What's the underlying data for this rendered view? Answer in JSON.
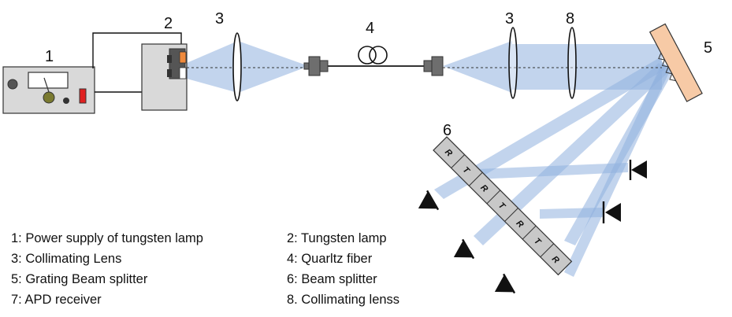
{
  "labels": {
    "power_supply": "1",
    "lamp": "2",
    "lens_left": "3",
    "fiber": "4",
    "lens_right": "3",
    "grating": "5",
    "beam_splitter": "6",
    "collimating_lens": "8"
  },
  "splitter_segments": [
    "R",
    "T",
    "R",
    "T",
    "R",
    "T",
    "R"
  ],
  "legend": {
    "left": [
      "1: Power supply of  tungsten lamp",
      "3: Collimating  Lens",
      "5: Grating Beam splitter",
      "7: APD receiver"
    ],
    "right": [
      "2: Tungsten lamp",
      "4: Quarltz  fiber",
      "6: Beam splitter",
      "8. Collimating  lenss"
    ]
  },
  "colors": {
    "beam": "#8fb0de",
    "grating_fill": "#f7caa6",
    "device_fill": "#d9d9d9",
    "indicator_red": "#e02020",
    "lamp_orange": "#f08a3c",
    "splitter_fill": "#c8c8c8"
  }
}
